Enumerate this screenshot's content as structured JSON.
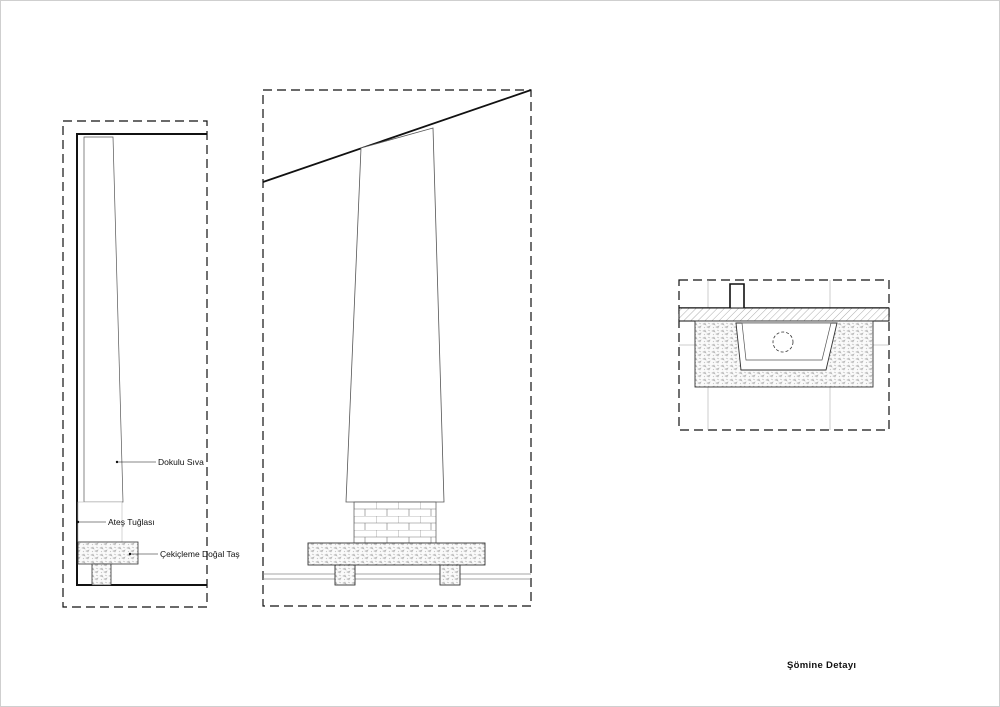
{
  "drawing_title": "Şömine Detayı",
  "labels": {
    "plaster": "Dokulu Sıva",
    "fire_brick": "Ateş Tuğlası",
    "stone": "Çekiçleme Doğal Taş"
  },
  "colors": {
    "line": "#111111",
    "thin_line": "#999999",
    "stone_texture": "#bdbdbd",
    "hatch": "#9a9a9a"
  }
}
